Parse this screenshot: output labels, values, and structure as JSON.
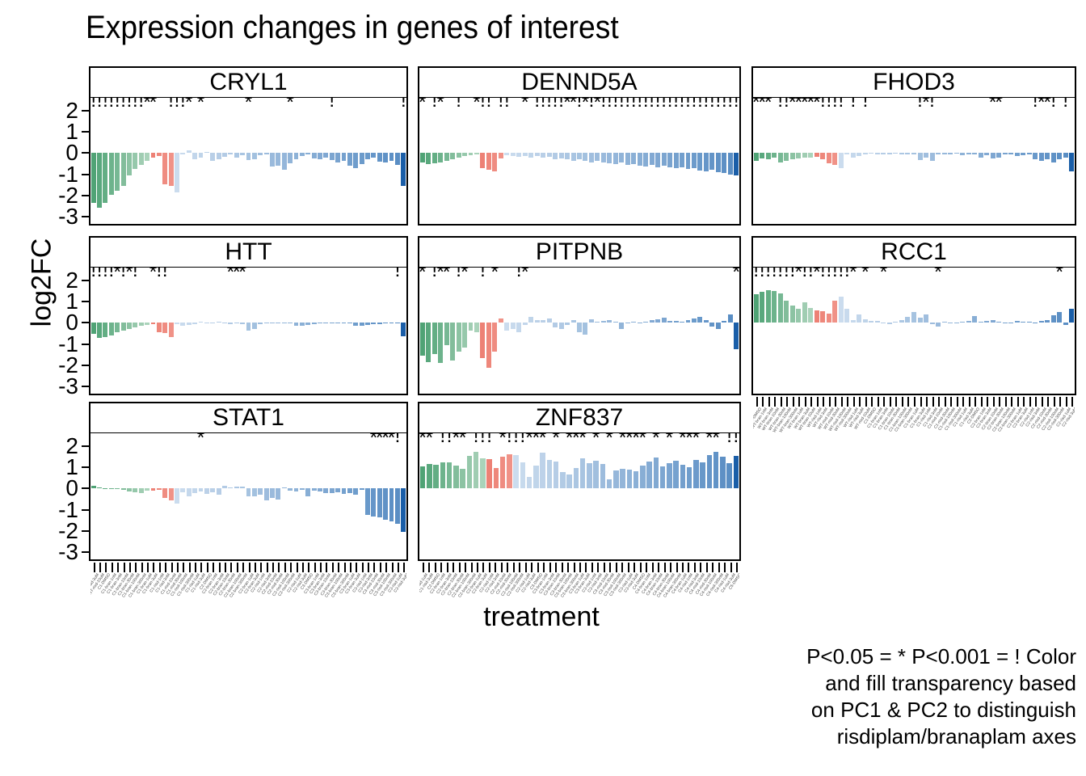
{
  "title": "Expression changes in genes of interest",
  "axis": {
    "ylabel": "log2FC",
    "xlabel": "treatment",
    "yticks": [
      "2",
      "1",
      "0",
      "-1",
      "-2",
      "-3"
    ],
    "ylim": [
      -3.4,
      2.6
    ]
  },
  "caption": {
    "line1": "P<0.05 = * P<0.001 = ! Color",
    "line2": "and fill transparency based",
    "line3": "on PC1 & PC2 to distinguish",
    "line4": "risdiplam/branaplam axes"
  },
  "legend_keys": {
    "star": "*",
    "bang": "!"
  },
  "colors": {
    "green": "#4fa375",
    "salmon": "#ed8175",
    "blue_pale": "#cbdcee",
    "blue_mid": "#82a9d2",
    "blue_dark": "#1a5ea8",
    "panel_border": "#000000",
    "strip_bg": "#ffffff",
    "text": "#000000",
    "xlabel_text": "#4a4a4a"
  },
  "facet_labels": [
    "CRYL1",
    "DENND5A",
    "FHOD3",
    "HTT",
    "PITPNB",
    "RCC1",
    "STAT1",
    "ZNF837"
  ],
  "x_tick_labels": [
    "WT-DMSO",
    "WT-bran-1nM",
    "WT-bran-3nM",
    "WT-bran-10nM",
    "WT-bran-30nM",
    "WT-bran-100nM",
    "WT-bran-300nM",
    "WT-bran-1uM",
    "WT-bran-3uM",
    "WT-bran-10uM",
    "WT-risd-1nM",
    "WT-risd-3nM",
    "WT-risd-10nM",
    "WT-risd-30nM",
    "WT-risd-100nM",
    "WT-risd-300nM",
    "WT-risd-1uM",
    "WT-risd-3uM",
    "WT-risd-10uM",
    "C1-DMSO",
    "C1-bran-1nM",
    "C1-bran-3nM",
    "C1-bran-10nM",
    "C1-bran-30nM",
    "C1-bran-100nM",
    "C1-bran-300nM",
    "C1-bran-1uM",
    "C1-bran-3uM",
    "C1-risd-1nM",
    "C1-risd-3nM",
    "C1-risd-10nM",
    "C1-risd-30nM",
    "C1-risd-100nM",
    "C1-risd-300nM",
    "C1-risd-1uM",
    "C1-risd-3uM",
    "C2-DMSO",
    "C2-bran-1nM",
    "C2-bran-3nM",
    "C2-bran-10nM",
    "C2-bran-30nM",
    "C2-bran-100nM",
    "C2-bran-300nM",
    "C2-bran-1uM",
    "C2-bran-3uM",
    "C2-risd-1nM",
    "C2-risd-3nM",
    "C2-risd-10nM",
    "C2-risd-30nM",
    "C2-risd-100nM",
    "C2-risd-300nM",
    "C2-risd-1uM",
    "C2-risd-3uM",
    "C3-DMSO",
    "C3-bran-1nM",
    "C3-bran-3nM",
    "C3-bran-10nM",
    "C3-bran-30nM",
    "C3-bran-100nM",
    "C3-bran-300nM",
    "C3-bran-1uM",
    "C3-bran-3uM",
    "C3-risd-1nM",
    "C3-risd-3nM",
    "C3-risd-10nM",
    "C3-risd-30nM",
    "C3-risd-100nM",
    "C3-risd-300nM",
    "C3-risd-1uM",
    "C3-risd-3uM",
    "C4-DMSO",
    "C4-bran-1nM",
    "C4-bran-3nM",
    "C4-bran-10nM",
    "C4-bran-30nM",
    "C4-bran-100nM",
    "C4-bran-300nM",
    "C4-bran-1uM",
    "C4-risd-1nM",
    "C4-risd-3nM",
    "C4-risd-10nM",
    "C4-risd-30nM",
    "C4-risd-100nM",
    "C4-risd-300nM",
    "C4-risd-1uM",
    "C4-risd-3uM",
    "C5-DMSO",
    "C5-bran-1nM",
    "C5-bran-3nM",
    "C5-bran-10nM",
    "C5-bran-30nM",
    "C5-bran-100nM",
    "C5-bran-300nM",
    "C5-risd-1nM",
    "C5-risd-3nM",
    "C5-risd-10nM",
    "C5-risd-30nM",
    "C5-risd-100nM",
    "C5-risd-300nM",
    "final-combo"
  ],
  "chart_data": {
    "type": "bar",
    "title": "Expression changes in genes of interest",
    "xlabel": "treatment",
    "ylabel": "log2FC",
    "ylim": [
      -3.4,
      2.6
    ],
    "grid": false,
    "legend": "none",
    "facet_by": "gene",
    "annotation": "P<0.05 = * P<0.001 = ! Color and fill transparency based on PC1 & PC2 to distinguish risdiplam/branaplam axes",
    "panels": [
      {
        "label": "CRYL1",
        "values": [
          -2.35,
          -2.55,
          -2.35,
          -1.95,
          -1.75,
          -1.55,
          -1.05,
          -0.75,
          -0.55,
          -0.35,
          -0.22,
          -0.12,
          -1.45,
          -1.55,
          -1.85,
          -0.05,
          0.12,
          -0.3,
          -0.22,
          0.05,
          -0.35,
          -0.28,
          -0.18,
          -0.05,
          -0.2,
          -0.1,
          -0.32,
          -0.28,
          -0.1,
          -0.05,
          -0.62,
          -0.58,
          -0.78,
          -0.48,
          -0.3,
          -0.12,
          -0.05,
          -0.25,
          -0.28,
          -0.2,
          -0.32,
          -0.42,
          -0.35,
          -0.58,
          -0.72,
          -0.5,
          -0.28,
          -0.22,
          -0.4,
          -0.45,
          -0.35,
          -0.55,
          -1.55
        ],
        "sig": [
          "!",
          "!",
          "!",
          "!",
          "!",
          "!",
          "!",
          "!",
          "!",
          "*",
          "*",
          "",
          "",
          "!",
          "!",
          "!",
          "*",
          "",
          "*",
          "",
          "",
          "",
          "",
          "",
          "",
          "",
          "*",
          "",
          "",
          "",
          "",
          "",
          "",
          "*",
          "",
          "",
          "",
          "",
          "",
          "",
          "!",
          "",
          "",
          "",
          "",
          "",
          "",
          "",
          "",
          "",
          "",
          "",
          "!"
        ]
      },
      {
        "label": "DENND5A",
        "values": [
          -0.45,
          -0.5,
          -0.48,
          -0.42,
          -0.38,
          -0.3,
          -0.22,
          -0.12,
          -0.1,
          -0.05,
          -0.72,
          -0.78,
          -0.85,
          -0.25,
          -0.08,
          -0.12,
          -0.18,
          -0.12,
          -0.2,
          -0.15,
          -0.22,
          -0.18,
          -0.28,
          -0.25,
          -0.3,
          -0.35,
          -0.3,
          -0.38,
          -0.42,
          -0.35,
          -0.45,
          -0.48,
          -0.52,
          -0.45,
          -0.55,
          -0.5,
          -0.58,
          -0.62,
          -0.55,
          -0.65,
          -0.58,
          -0.68,
          -0.72,
          -0.65,
          -0.75,
          -0.7,
          -0.8,
          -0.85,
          -0.78,
          -0.9,
          -0.95,
          -1.0,
          -1.05
        ],
        "sig": [
          "*",
          "",
          "!",
          "*",
          "",
          "",
          "!",
          "",
          "",
          "*",
          "!",
          "!",
          "",
          "!",
          "!",
          "",
          "",
          "*",
          "",
          "!",
          "!",
          "!",
          "!",
          "!",
          "*",
          "*",
          "!",
          "*",
          "!",
          "*",
          "!",
          "!",
          "!",
          "!",
          "!",
          "!",
          "!",
          "!",
          "!",
          "!",
          "!",
          "!",
          "!",
          "!",
          "!",
          "!",
          "!",
          "!",
          "!",
          "!",
          "!",
          "!",
          "!"
        ]
      },
      {
        "label": "FHOD3",
        "values": [
          -0.38,
          -0.25,
          -0.28,
          -0.2,
          -0.42,
          -0.35,
          -0.3,
          -0.25,
          -0.22,
          -0.2,
          -0.18,
          -0.3,
          -0.48,
          -0.55,
          -0.72,
          -0.05,
          -0.22,
          -0.12,
          -0.05,
          -0.03,
          -0.05,
          -0.04,
          -0.05,
          -0.02,
          -0.04,
          -0.06,
          -0.05,
          -0.32,
          -0.22,
          -0.38,
          -0.05,
          -0.06,
          -0.04,
          -0.03,
          -0.08,
          -0.05,
          -0.06,
          -0.2,
          -0.08,
          -0.25,
          -0.22,
          -0.05,
          -0.04,
          -0.15,
          -0.08,
          -0.05,
          -0.3,
          -0.35,
          -0.28,
          -0.45,
          -0.3,
          -0.22,
          -0.85
        ],
        "sig": [
          "*",
          "*",
          "*",
          "",
          "!",
          "!",
          "*",
          "*",
          "*",
          "*",
          "*",
          "!",
          "!",
          "!",
          "!",
          "",
          "!",
          "",
          "!",
          "",
          "",
          "",
          "",
          "",
          "",
          "",
          "",
          "!",
          "*",
          "!",
          "",
          "",
          "",
          "",
          "",
          "",
          "",
          "",
          "",
          "*",
          "*",
          "",
          "",
          "",
          "",
          "",
          "!",
          "*",
          "*",
          "!",
          "",
          "!",
          ""
        ]
      },
      {
        "label": "HTT",
        "values": [
          -0.5,
          -0.72,
          -0.65,
          -0.6,
          -0.45,
          -0.38,
          -0.3,
          -0.22,
          -0.12,
          -0.08,
          -0.05,
          -0.42,
          -0.48,
          -0.65,
          -0.05,
          -0.12,
          -0.08,
          -0.05,
          0.04,
          -0.02,
          -0.03,
          0.05,
          -0.02,
          -0.04,
          -0.03,
          -0.05,
          -0.35,
          -0.28,
          -0.04,
          -0.02,
          -0.03,
          -0.02,
          0.03,
          -0.02,
          -0.14,
          -0.12,
          -0.08,
          -0.04,
          -0.03,
          -0.02,
          -0.03,
          -0.02,
          -0.03,
          -0.02,
          -0.14,
          -0.12,
          -0.1,
          -0.06,
          -0.04,
          -0.03,
          -0.02,
          -0.03,
          -0.62
        ],
        "sig": [
          "!",
          "!",
          "!",
          "!",
          "*",
          "!",
          "*",
          "!",
          "",
          "",
          "*",
          "!",
          "!",
          "",
          "",
          "",
          "",
          "",
          "",
          "",
          "",
          "",
          "",
          "*",
          "*",
          "*",
          "",
          "",
          "",
          "",
          "",
          "",
          "",
          "",
          "",
          "",
          "",
          "",
          "",
          "",
          "",
          "",
          "",
          "",
          "",
          "",
          "",
          "",
          "",
          "",
          "",
          "!",
          ""
        ]
      },
      {
        "label": "PITPNB",
        "values": [
          -1.55,
          -1.85,
          -1.45,
          -1.9,
          -1.05,
          -1.75,
          -1.35,
          -1.15,
          -0.35,
          -0.45,
          -1.65,
          -2.1,
          -1.35,
          0.2,
          -0.35,
          -0.28,
          -0.42,
          -0.1,
          0.3,
          0.15,
          0.12,
          0.22,
          -0.22,
          -0.3,
          -0.08,
          0.12,
          -0.45,
          -0.55,
          0.18,
          0.05,
          0.08,
          0.12,
          0.05,
          -0.28,
          0.02,
          0.04,
          0.03,
          0.06,
          0.12,
          0.18,
          0.25,
          0.1,
          0.08,
          0.05,
          0.15,
          0.2,
          0.28,
          0.12,
          -0.18,
          -0.28,
          0.1,
          0.38,
          -1.25
        ],
        "sig": [
          "*",
          "",
          "!",
          "*",
          "*",
          "",
          "!",
          "*",
          "",
          "",
          "!",
          "",
          "*",
          "",
          "",
          "",
          "!",
          "*",
          "",
          "",
          "",
          "",
          "",
          "",
          "",
          "",
          "",
          "",
          "",
          "",
          "",
          "",
          "",
          "",
          "",
          "",
          "",
          "",
          "",
          "",
          "",
          "",
          "",
          "",
          "",
          "",
          "",
          "",
          "",
          "",
          "",
          "",
          "*"
        ]
      },
      {
        "label": "RCC1",
        "values": [
          1.35,
          1.45,
          1.55,
          1.5,
          1.4,
          1.05,
          0.82,
          0.65,
          0.98,
          0.72,
          0.6,
          0.55,
          0.45,
          1.05,
          1.25,
          0.68,
          0.12,
          0.4,
          0.18,
          0.1,
          0.08,
          0.02,
          -0.04,
          0.05,
          0.15,
          0.28,
          0.52,
          0.25,
          0.38,
          -0.05,
          -0.18,
          0.04,
          0.02,
          -0.03,
          0.06,
          0.1,
          0.32,
          0.05,
          0.08,
          0.15,
          0.04,
          -0.02,
          0.02,
          0.1,
          0.06,
          0.04,
          0.02,
          0.08,
          0.12,
          0.35,
          0.52,
          -0.08,
          0.68
        ],
        "sig": [
          "!",
          "!",
          "!",
          "!",
          "!",
          "!",
          "!",
          "*",
          "!",
          "!",
          "*",
          "!",
          "!",
          "!",
          "!",
          "!",
          "*",
          "",
          "*",
          "",
          "",
          "*",
          "",
          "",
          "",
          "",
          "",
          "",
          "",
          "",
          "*",
          "",
          "",
          "",
          "",
          "",
          "",
          "",
          "",
          "",
          "",
          "",
          "",
          "",
          "",
          "",
          "",
          "",
          "",
          "",
          "*",
          "",
          "",
          "!"
        ]
      },
      {
        "label": "STAT1",
        "values": [
          0.12,
          0.04,
          0.02,
          0.01,
          0.02,
          -0.05,
          -0.12,
          -0.18,
          -0.22,
          -0.08,
          -0.1,
          -0.05,
          -0.45,
          -0.55,
          -0.72,
          -0.18,
          -0.35,
          -0.22,
          -0.12,
          -0.25,
          -0.18,
          -0.3,
          0.15,
          0.05,
          0.1,
          0.08,
          -0.35,
          -0.38,
          -0.3,
          -0.55,
          -0.45,
          -0.52,
          0.05,
          -0.08,
          -0.12,
          -0.05,
          -0.35,
          -0.1,
          -0.15,
          -0.22,
          -0.2,
          -0.18,
          -0.25,
          -0.22,
          -0.3,
          -0.05,
          -1.25,
          -1.3,
          -1.35,
          -1.45,
          -1.55,
          -1.65,
          -2.05
        ],
        "sig": [
          "",
          "",
          "",
          "",
          "",
          "",
          "",
          "",
          "",
          "",
          "",
          "",
          "",
          "",
          "",
          "",
          "",
          "",
          "*",
          "",
          "",
          "",
          "",
          "",
          "",
          "",
          "",
          "",
          "",
          "",
          "",
          "",
          "",
          "",
          "",
          "",
          "",
          "",
          "",
          "",
          "",
          "",
          "",
          "",
          "",
          "",
          "",
          "*",
          "*",
          "*",
          "*",
          "!",
          "",
          ""
        ]
      },
      {
        "label": "ZNF837",
        "values": [
          1.05,
          1.15,
          1.12,
          1.25,
          1.22,
          1.1,
          0.92,
          1.55,
          1.72,
          1.42,
          1.38,
          0.95,
          1.48,
          1.62,
          1.58,
          1.25,
          0.55,
          1.1,
          1.68,
          1.35,
          1.28,
          0.78,
          0.65,
          0.95,
          1.42,
          1.18,
          1.32,
          1.15,
          0.42,
          0.85,
          0.92,
          0.88,
          0.8,
          1.1,
          1.28,
          1.45,
          1.05,
          1.18,
          1.3,
          1.12,
          1.02,
          1.35,
          1.25,
          1.58,
          1.72,
          1.48,
          1.2,
          1.55
        ],
        "sig": [
          "*",
          "*",
          "",
          "!",
          "!",
          "*",
          "*",
          "",
          "!",
          "!",
          "!",
          "",
          "*",
          "!",
          "!",
          "!",
          "*",
          "*",
          "*",
          "",
          "*",
          "",
          "*",
          "*",
          "*",
          "",
          "*",
          "",
          "*",
          "",
          "*",
          "*",
          "*",
          "*",
          "",
          "*",
          "",
          "*",
          "",
          "*",
          "*",
          "*",
          "",
          "*",
          "*",
          "",
          "!",
          "!",
          "*"
        ]
      }
    ]
  }
}
